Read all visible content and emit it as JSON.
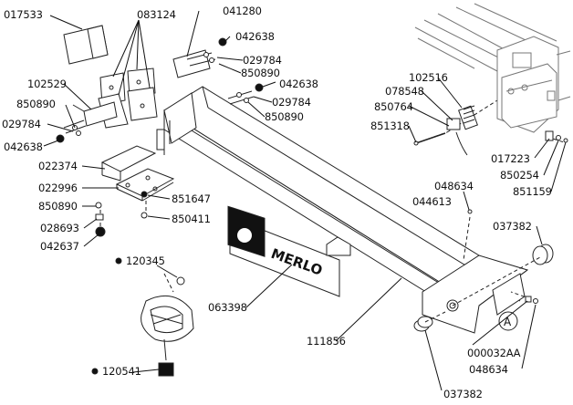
{
  "brand_text": "MERLO",
  "callout_letter": "A",
  "labels": [
    {
      "id": "017533",
      "text": "017533"
    },
    {
      "id": "083124",
      "text": "083124"
    },
    {
      "id": "041280",
      "text": "041280"
    },
    {
      "id": "042638-top",
      "text": "042638"
    },
    {
      "id": "029784-top",
      "text": "029784"
    },
    {
      "id": "850890-top",
      "text": "850890"
    },
    {
      "id": "042638-mid",
      "text": "042638"
    },
    {
      "id": "029784-mid",
      "text": "029784"
    },
    {
      "id": "850890-mid",
      "text": "850890"
    },
    {
      "id": "102529",
      "text": "102529"
    },
    {
      "id": "850890-left",
      "text": "850890"
    },
    {
      "id": "029784-left",
      "text": "029784"
    },
    {
      "id": "042638-left",
      "text": "042638"
    },
    {
      "id": "022374",
      "text": "022374"
    },
    {
      "id": "022996",
      "text": "022996"
    },
    {
      "id": "850890-low",
      "text": "850890"
    },
    {
      "id": "851647",
      "text": "851647"
    },
    {
      "id": "028693",
      "text": "028693"
    },
    {
      "id": "850411",
      "text": "850411"
    },
    {
      "id": "042637",
      "text": "042637"
    },
    {
      "id": "120345",
      "text": "120345"
    },
    {
      "id": "063398",
      "text": "063398"
    },
    {
      "id": "120541",
      "text": "120541"
    },
    {
      "id": "102516",
      "text": "102516"
    },
    {
      "id": "078548",
      "text": "078548"
    },
    {
      "id": "850764",
      "text": "850764"
    },
    {
      "id": "851318",
      "text": "851318"
    },
    {
      "id": "017223",
      "text": "017223"
    },
    {
      "id": "850254",
      "text": "850254"
    },
    {
      "id": "851159",
      "text": "851159"
    },
    {
      "id": "048634-top",
      "text": "048634"
    },
    {
      "id": "044613",
      "text": "044613"
    },
    {
      "id": "037382-right",
      "text": "037382"
    },
    {
      "id": "111856",
      "text": "111856"
    },
    {
      "id": "000032AA",
      "text": "000032AA"
    },
    {
      "id": "048634-bottom",
      "text": "048634"
    },
    {
      "id": "037382-bottom",
      "text": "037382"
    }
  ]
}
